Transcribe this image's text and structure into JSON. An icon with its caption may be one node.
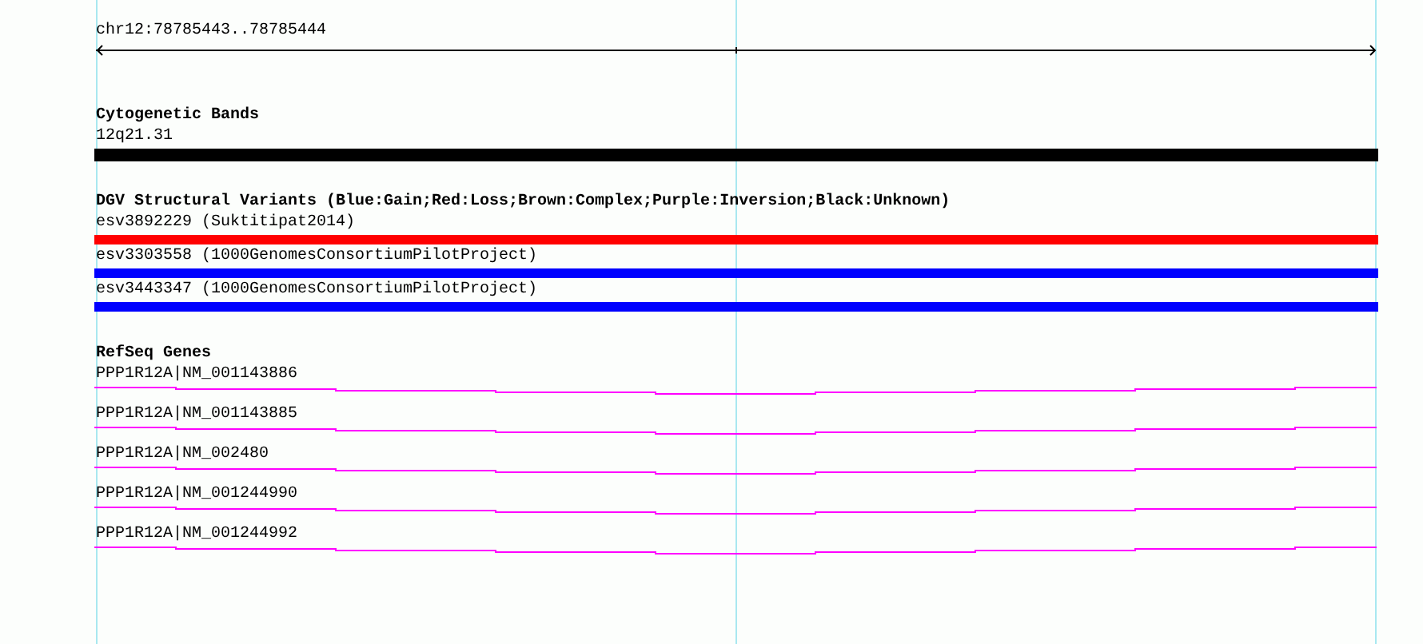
{
  "diagram": {
    "labels": [
      "chr12:78785443..78785444",
      "Cytogenetic Bands",
      "12q21.31",
      "DGV Structural Variants (Blue:Gain;Red:Loss;Brown:Complex;Purple:Inversion;Black:Unknown)",
      "esv3892229 (Suktitipat2014)",
      "esv3303558 (1000GenomesConsortiumPilotProject)",
      "esv3443347 (1000GenomesConsortiumPilotProject)",
      "RefSeq Genes",
      "PPP1R12A|NM_001143886",
      "PPP1R12A|NM_001143885",
      "PPP1R12A|NM_002480",
      "PPP1R12A|NM_001244990",
      "PPP1R12A|NM_001244992"
    ]
  }
}
